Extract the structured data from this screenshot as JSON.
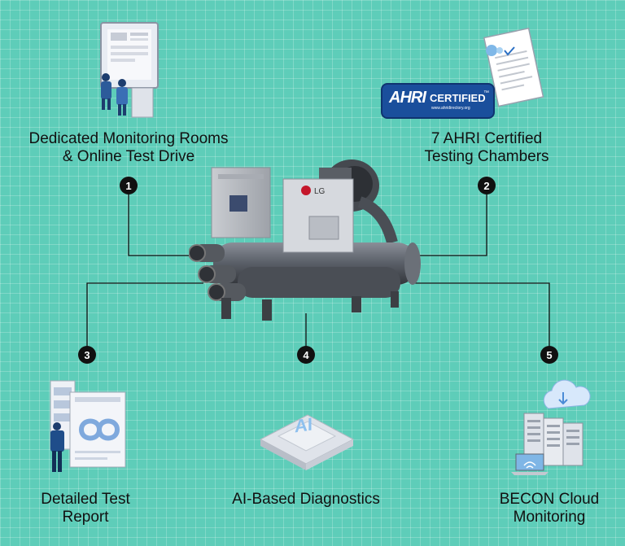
{
  "features": [
    {
      "number": "1",
      "label_line1": "Dedicated Monitoring Rooms",
      "label_line2": "& Online Test Drive"
    },
    {
      "number": "2",
      "label_line1": "7 AHRI Certified",
      "label_line2": "Testing Chambers"
    },
    {
      "number": "3",
      "label_line1": "Detailed Test",
      "label_line2": "Report"
    },
    {
      "number": "4",
      "label_line1": "AI-Based Diagnostics",
      "label_line2": ""
    },
    {
      "number": "5",
      "label_line1": "BECON Cloud",
      "label_line2": "Monitoring"
    }
  ],
  "ahri_badge": {
    "brand": "AHRI",
    "text": "CERTIFIED",
    "tm": "™",
    "url": "www.ahridirectory.org"
  },
  "chiller_logo": "LG",
  "chip_text": "AI",
  "colors": {
    "background": "#5ecdb9",
    "line": "#111111",
    "ahri_blue": "#1a4f9c"
  },
  "icons": [
    "monitoring-room-icon",
    "certificate-icon",
    "chiller-icon",
    "report-icon",
    "ai-chip-icon",
    "cloud-server-icon"
  ]
}
